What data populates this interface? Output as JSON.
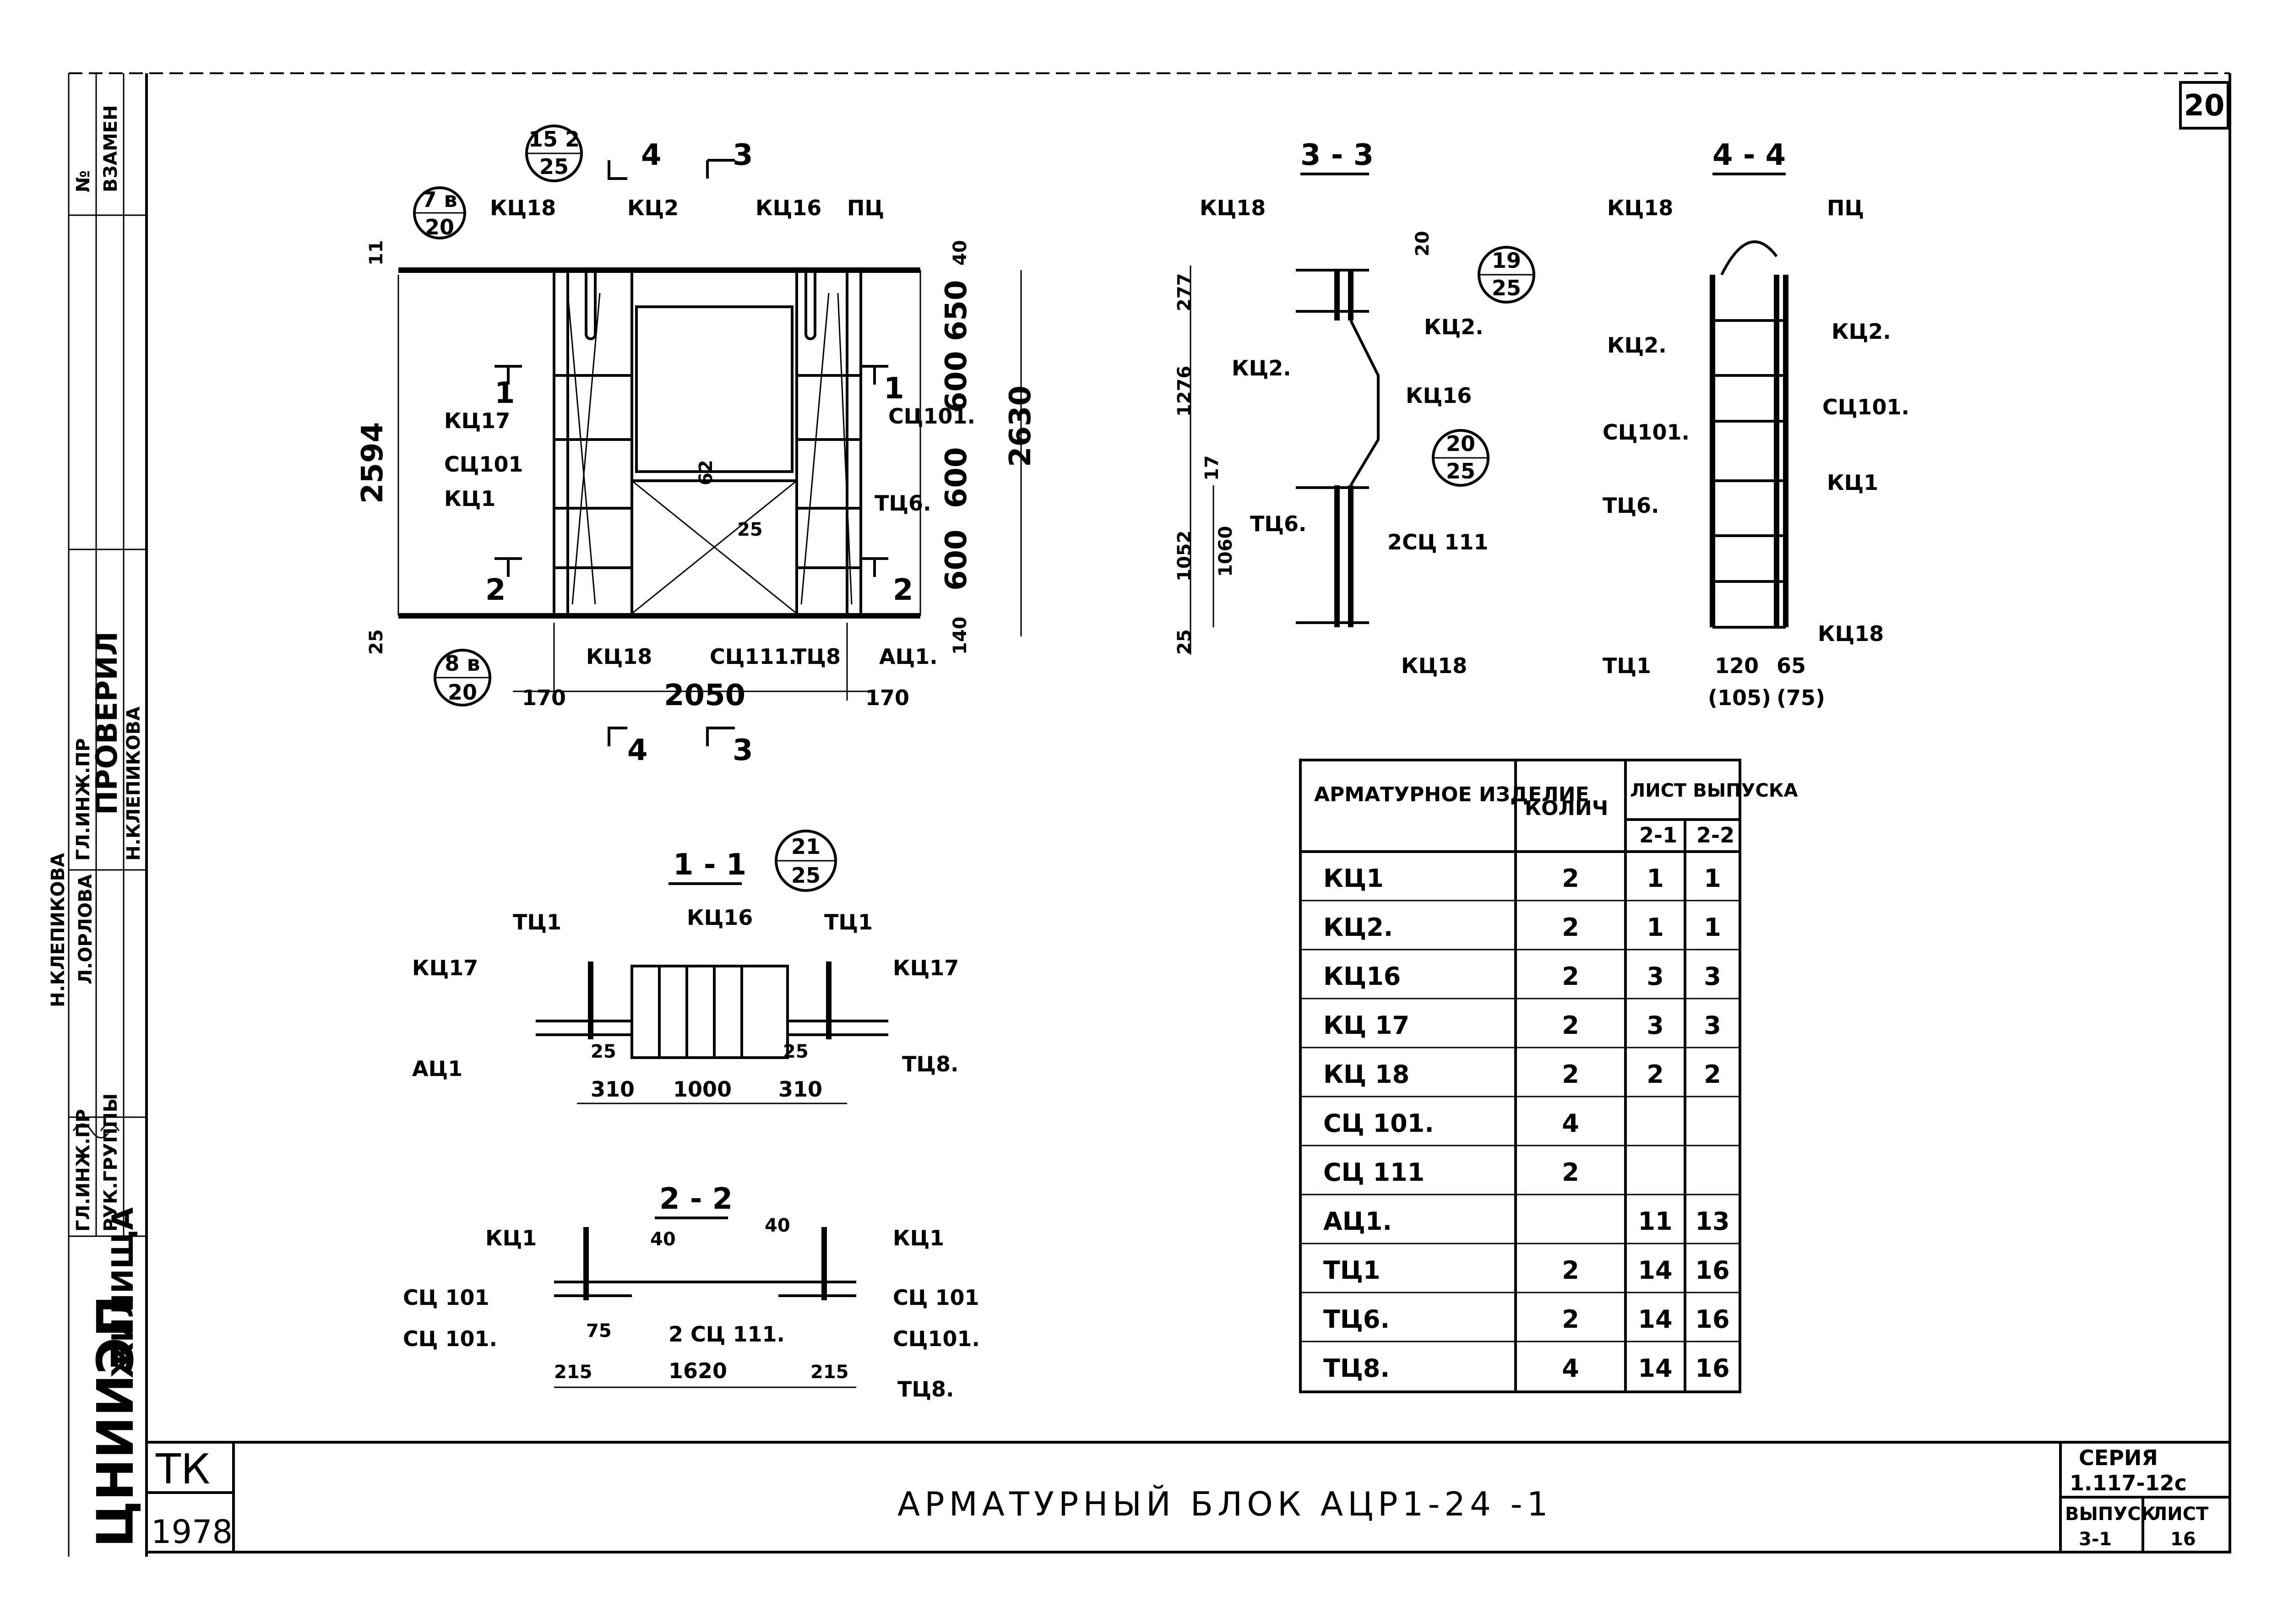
{
  "sheet_number": "20",
  "title_block": {
    "tk": "ТК",
    "year": "1978",
    "title": "АРМАТУРНЫЙ БЛОК АЦР1-24   -1",
    "series_label": "СЕРИЯ",
    "series_value": "1.117-12с",
    "issue_label": "ВЫПУСК",
    "issue_value": "3-1",
    "sheet_label": "ЛИСТ",
    "sheet_value": "16"
  },
  "side_stamp": {
    "org": "ЦНИИЭП",
    "org_suffix": "ЖИЛИЩА",
    "inventory_no": "№",
    "replace": "ВЗАМЕН",
    "checked": "ПРОВЕРИЛ",
    "chief_eng_role": "ГЛ.ИНЖ.ПР",
    "chief_eng_name": "Н.КЛЕПИКОВА",
    "group_role": "РУК.ГРУППЫ",
    "group_name": "Л.ОРЛОВА",
    "checker_role": "ГЛ.ИНЖ.ПР",
    "checker_name": "Н.КЛЕПИКОВА"
  },
  "main_view": {
    "callout_top": {
      "num": "15 2",
      "den": "25"
    },
    "callout_left_top": {
      "num": "7 в",
      "den": "20"
    },
    "callout_left_bottom": {
      "num": "8 в",
      "den": "20"
    },
    "labels": {
      "kc18_top": "КЦ18",
      "kc2_top": "КЦ2",
      "kc16_top": "КЦ16",
      "pc_top": "ПЦ",
      "kc17": "КЦ17",
      "sc101": "СЦ101",
      "kc1": "КЦ1",
      "sc101_right": "СЦ101.",
      "tc6_right": "ТЦ6.",
      "kc18_bottom": "КЦ18",
      "sc111_bottom": "СЦ111.",
      "tc8_bottom": "ТЦ8",
      "ac1_bottom": "АЦ1."
    },
    "section_marks": {
      "s1": "1",
      "s2": "2",
      "s3": "3",
      "s4": "4"
    },
    "dims": {
      "d11": "11",
      "d2594": "2594",
      "d25_left": "25",
      "d40": "40",
      "d650": "650",
      "d600a": "600",
      "d600b": "600",
      "d600c": "600",
      "d140": "140",
      "d2630": "2630",
      "d62": "62",
      "d25_mid": "25",
      "d170_left": "170",
      "d2050": "2050",
      "d170_right": "170"
    }
  },
  "section_3_3": {
    "title": "3 - 3",
    "callout_a": {
      "num": "19",
      "den": "25"
    },
    "callout_b": {
      "num": "20",
      "den": "25"
    },
    "labels": {
      "kc18_top": "КЦ18",
      "kc2_left": "КЦ2.",
      "kc2_right": "КЦ2.",
      "kc16": "КЦ16",
      "tc6": "ТЦ6.",
      "sc111": "2СЦ 111",
      "kc18_bottom": "КЦ18"
    },
    "dims": {
      "d20": "20",
      "d277": "277",
      "d1276": "1276",
      "d17": "17",
      "d1052": "1052",
      "d1060": "1060",
      "d25": "25"
    }
  },
  "section_4_4": {
    "title": "4 - 4",
    "labels": {
      "kc18": "КЦ18",
      "pc": "ПЦ",
      "kc2_left": "КЦ2.",
      "kc2_right": "КЦ2.",
      "sc101_left": "СЦ101.",
      "sc101_right": "СЦ101.",
      "tc6": "ТЦ6.",
      "kc1": "КЦ1",
      "kc18_bottom": "КЦ18",
      "tc1": "ТЦ1"
    },
    "dims": {
      "d120": "120",
      "d65": "65",
      "d105": "(105)",
      "d75": "(75)"
    }
  },
  "section_1_1": {
    "title": "1 - 1",
    "callout": {
      "num": "21",
      "den": "25"
    },
    "labels": {
      "tc1_left": "ТЦ1",
      "kc16": "КЦ16",
      "tc1_right": "ТЦ1",
      "kc17_left": "КЦ17",
      "kc17_right": "КЦ17",
      "ac1": "АЦ1",
      "tc8": "ТЦ8."
    },
    "dims": {
      "d25_left": "25",
      "d25_right": "25",
      "d310_left": "310",
      "d1000": "1000",
      "d310_right": "310"
    }
  },
  "section_2_2": {
    "title": "2 - 2",
    "labels": {
      "kc1_left": "КЦ1",
      "kc1_right": "КЦ1",
      "sc101_left": "СЦ 101",
      "sc101_left2": "СЦ 101.",
      "sc101_right": "СЦ 101",
      "sc101_right2": "СЦ101.",
      "sc111": "2 СЦ 111.",
      "tc8": "ТЦ8."
    },
    "dims": {
      "d40_left": "40",
      "d40_right": "40",
      "d75": "75",
      "d215_left": "215",
      "d1620": "1620",
      "d215_right": "215"
    }
  },
  "schedule": {
    "headers": {
      "item": "АРМАТУРНОЕ ИЗДЕЛИЕ",
      "qty": "КОЛИЧ",
      "sheet": "ЛИСТ ВЫПУСКА",
      "c21": "2-1",
      "c22": "2-2"
    },
    "rows": [
      {
        "item": "КЦ1",
        "qty": "2",
        "s21": "1",
        "s22": "1"
      },
      {
        "item": "КЦ2.",
        "qty": "2",
        "s21": "1",
        "s22": "1"
      },
      {
        "item": "КЦ16",
        "qty": "2",
        "s21": "3",
        "s22": "3"
      },
      {
        "item": "КЦ 17",
        "qty": "2",
        "s21": "3",
        "s22": "3"
      },
      {
        "item": "КЦ 18",
        "qty": "2",
        "s21": "2",
        "s22": "2"
      },
      {
        "item": "СЦ 101.",
        "qty": "4",
        "s21": "",
        "s22": ""
      },
      {
        "item": "СЦ 111",
        "qty": "2",
        "s21": "",
        "s22": ""
      },
      {
        "item": "АЦ1.",
        "qty": "",
        "s21": "11",
        "s22": "13"
      },
      {
        "item": "ТЦ1",
        "qty": "2",
        "s21": "14",
        "s22": "16"
      },
      {
        "item": "ТЦ6.",
        "qty": "2",
        "s21": "14",
        "s22": "16"
      },
      {
        "item": "ТЦ8.",
        "qty": "4",
        "s21": "14",
        "s22": "16"
      }
    ]
  }
}
